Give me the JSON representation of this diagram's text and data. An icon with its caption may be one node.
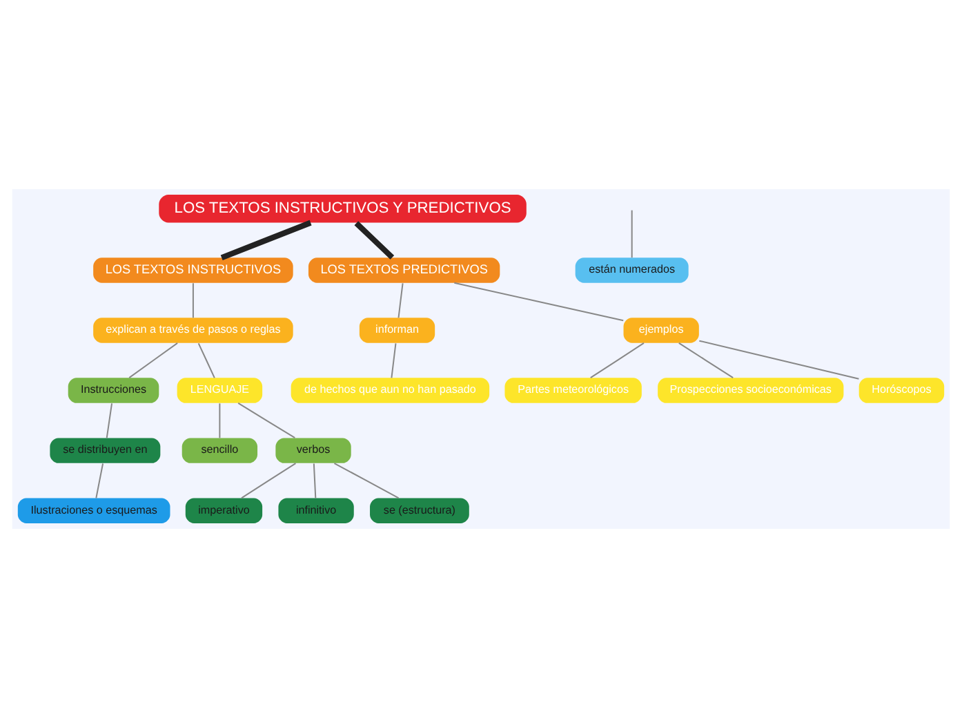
{
  "diagram": {
    "nodes": [
      {
        "text": [
          "LOS TEXTOS INSTRUCTIVOS Y PREDICTIVOS"
        ]
      },
      {
        "text": [
          "LOS TEXTOS INSTRUCTIVOS"
        ]
      },
      {
        "text": [
          "explican a través de pasos o reglas"
        ]
      },
      {
        "text": [
          "Instrucciones"
        ]
      },
      {
        "text": [
          "se distribuyen en"
        ]
      },
      {
        "text": [
          "Ilustraciones o esquemas"
        ]
      },
      {
        "text": [
          "están numerados"
        ]
      },
      {
        "text": [
          "LENGUAJE"
        ]
      },
      {
        "text": [
          "sencillo"
        ]
      },
      {
        "text": [
          "verbos"
        ]
      },
      {
        "text": [
          "imperativo"
        ]
      },
      {
        "text": [
          "infinitivo"
        ]
      },
      {
        "text": [
          "se (estructura)"
        ]
      },
      {
        "text": [
          "LOS TEXTOS PREDICTIVOS"
        ]
      },
      {
        "text": [
          "informan"
        ]
      },
      {
        "text": [
          "de hechos que aun no han pasado"
        ]
      },
      {
        "text": [
          "ejemplos"
        ]
      },
      {
        "text": [
          "Partes meteorológicos"
        ]
      },
      {
        "text": [
          "Prospecciones socioeconómicas"
        ]
      },
      {
        "text": [
          "Horóscopos"
        ]
      }
    ],
    "edges": [
      {
        "from": 0,
        "to": 1,
        "arrow": "none",
        "style": "thick",
        "color": "#222222"
      },
      {
        "from": 0,
        "to": 13,
        "arrow": "none",
        "style": "thick",
        "color": "#222222"
      },
      {
        "from": 1,
        "to": 2,
        "arrow": "none"
      },
      {
        "from": 2,
        "to": 3,
        "arrow": "none"
      },
      {
        "from": 2,
        "to": 7,
        "arrow": "none"
      },
      {
        "from": 3,
        "to": 4,
        "arrow": "none"
      },
      {
        "from": 4,
        "to": 5,
        "arrow": "none"
      },
      {
        "from": null,
        "to": 6,
        "arrow": "none"
      },
      {
        "from": 7,
        "to": 8,
        "arrow": "none"
      },
      {
        "from": 7,
        "to": 9,
        "arrow": "none"
      },
      {
        "from": 9,
        "to": 10,
        "arrow": "none"
      },
      {
        "from": 9,
        "to": 11,
        "arrow": "none"
      },
      {
        "from": 9,
        "to": 12,
        "arrow": "none"
      },
      {
        "from": 13,
        "to": 14,
        "arrow": "none"
      },
      {
        "from": 13,
        "to": 16,
        "arrow": "none"
      },
      {
        "from": 14,
        "to": 15,
        "arrow": "none"
      },
      {
        "from": 16,
        "to": 17,
        "arrow": "none"
      },
      {
        "from": 16,
        "to": 18,
        "arrow": "none"
      },
      {
        "from": 16,
        "to": 19,
        "arrow": "none"
      }
    ]
  }
}
